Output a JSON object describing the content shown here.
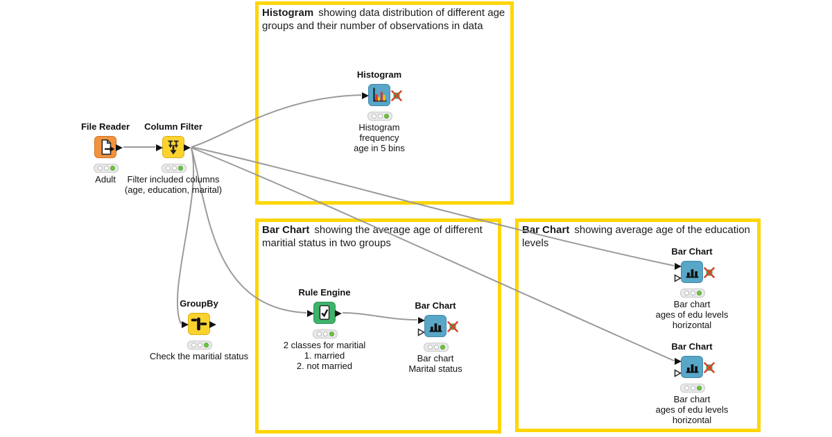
{
  "app": {
    "name": "KNIME workflow canvas"
  },
  "palette": {
    "annotation_border": "#FFD500",
    "wire": "#9A9A9A",
    "node_orange": "#F2923F",
    "node_yellow": "#FCD32E",
    "node_blue": "#58A6C8",
    "node_green": "#3EB46A",
    "status_green": "#6CC341",
    "port_black": "#111111",
    "image_port_green": "#4CA64C",
    "image_port_cross_red": "#D8432F"
  },
  "icons": {
    "file_reader": "file-export-icon",
    "column_filter": "column-filter-arrows-icon",
    "histogram": "histogram-bars-icon",
    "groupby": "group-merge-icon",
    "rule_engine": "checklist-icon",
    "bar_chart": "bar-chart-icon",
    "input_port": "filled-triangle-port",
    "flow_port": "hollow-triangle-port",
    "image_port": "green-square-red-cross-port"
  },
  "annotations": {
    "histogram_box": {
      "title_bold": "Histogram",
      "title_rest": "showing data distribution of different age groups and their number of observations in data"
    },
    "marital_box": {
      "title_bold": "Bar Chart",
      "title_rest": "showing the average age of different maritial status in two groups"
    },
    "edu_box": {
      "title_bold": "Bar Chart",
      "title_rest": "showing average age of the education levels"
    }
  },
  "nodes": {
    "file_reader": {
      "name": "File Reader",
      "desc": "Adult"
    },
    "column_filter": {
      "name": "Column Filter",
      "desc": "Filter included columns\n(age, education, marital)"
    },
    "histogram": {
      "name": "Histogram",
      "desc": "Histogram\nfrequency\nage in  5 bins"
    },
    "groupby": {
      "name": "GroupBy",
      "desc": "Check the maritial status"
    },
    "rule_engine": {
      "name": "Rule Engine",
      "desc": "2 classes for maritial\n1. married\n2. not married"
    },
    "bar_chart_marital": {
      "name": "Bar Chart",
      "desc": "Bar chart\nMarital status"
    },
    "bar_chart_edu_top": {
      "name": "Bar Chart",
      "desc": "Bar chart\nages of edu levels\nhorizontal"
    },
    "bar_chart_edu_bottom": {
      "name": "Bar Chart",
      "desc": "Bar chart\nages of edu levels\nhorizontal"
    }
  }
}
